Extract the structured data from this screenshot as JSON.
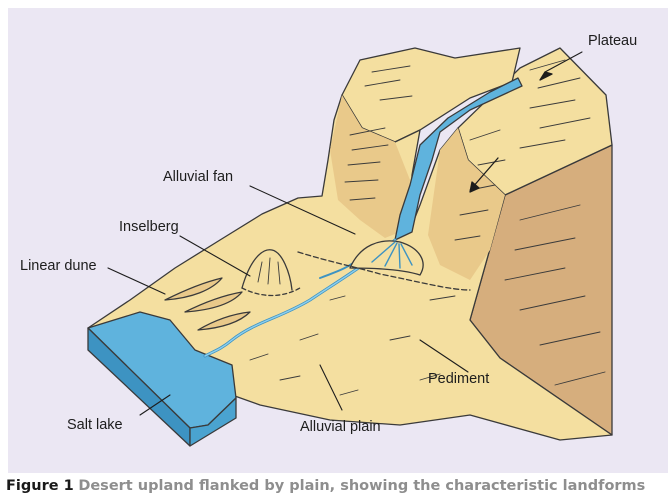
{
  "labels": {
    "plateau": "Plateau",
    "alluvial_fan": "Alluvial fan",
    "inselberg": "Inselberg",
    "linear_dune": "Linear dune",
    "pediment": "Pediment",
    "salt_lake": "Salt lake",
    "alluvial_plain": "Alluvial plain"
  },
  "caption": {
    "number": "Figure 1",
    "text": "Desert upland flanked by plain, showing the characteristic landforms"
  },
  "colors": {
    "background": "#ebe7f3",
    "sand": "#f4dfa0",
    "cliff_side": "#d6ae7d",
    "water": "#5fb3dd",
    "water_dark": "#3d93c2",
    "outline": "#3a3a3a"
  }
}
